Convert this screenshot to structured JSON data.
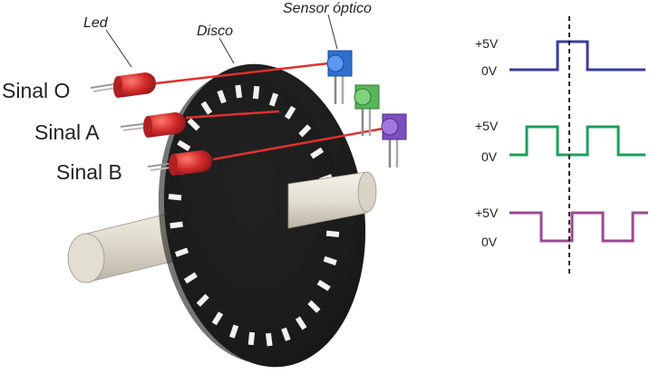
{
  "labels": {
    "led": "Led",
    "disco": "Disco",
    "sensor": "Sensor óptico"
  },
  "signals": [
    {
      "label": "Sinal O",
      "color": "#3b3b9a",
      "plus": "+5V",
      "zero": "0V"
    },
    {
      "label": "Sinal A",
      "color": "#1aa05a",
      "plus": "+5V",
      "zero": "0V"
    },
    {
      "label": "Sinal B",
      "color": "#9a4a92",
      "plus": "+5V",
      "zero": "0V"
    }
  ],
  "colors": {
    "disk": "#1d1d1d",
    "beam": "#e03030",
    "led": "#c8282b",
    "shaft": "#e6e2d6",
    "sensor_o": "#2f6fd0",
    "sensor_a": "#5bb55b",
    "sensor_b": "#7e4fc0"
  }
}
